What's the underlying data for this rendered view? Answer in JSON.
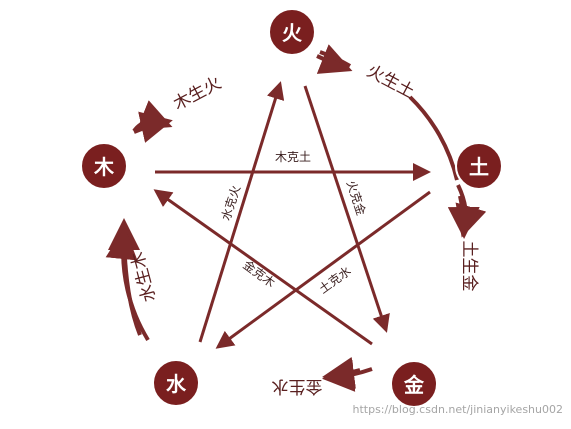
{
  "elements": {
    "fire": "火",
    "earth": "土",
    "metal": "金",
    "water": "水",
    "wood": "木"
  },
  "generating": {
    "fire_earth": "火生土",
    "earth_metal": "土生金",
    "metal_water": "金生水",
    "water_wood": "水生木",
    "wood_fire": "木生火"
  },
  "controlling": {
    "wood_earth": "木克土",
    "fire_metal": "火克金",
    "earth_water": "土克水",
    "metal_wood": "金克木",
    "water_fire": "水克火"
  },
  "watermark": "https://blog.csdn.net/jinianyikeshu002",
  "colors": {
    "node_fill": "#7a1f1f",
    "line": "#7b2a2a",
    "watermark": "#a5a5a5"
  }
}
